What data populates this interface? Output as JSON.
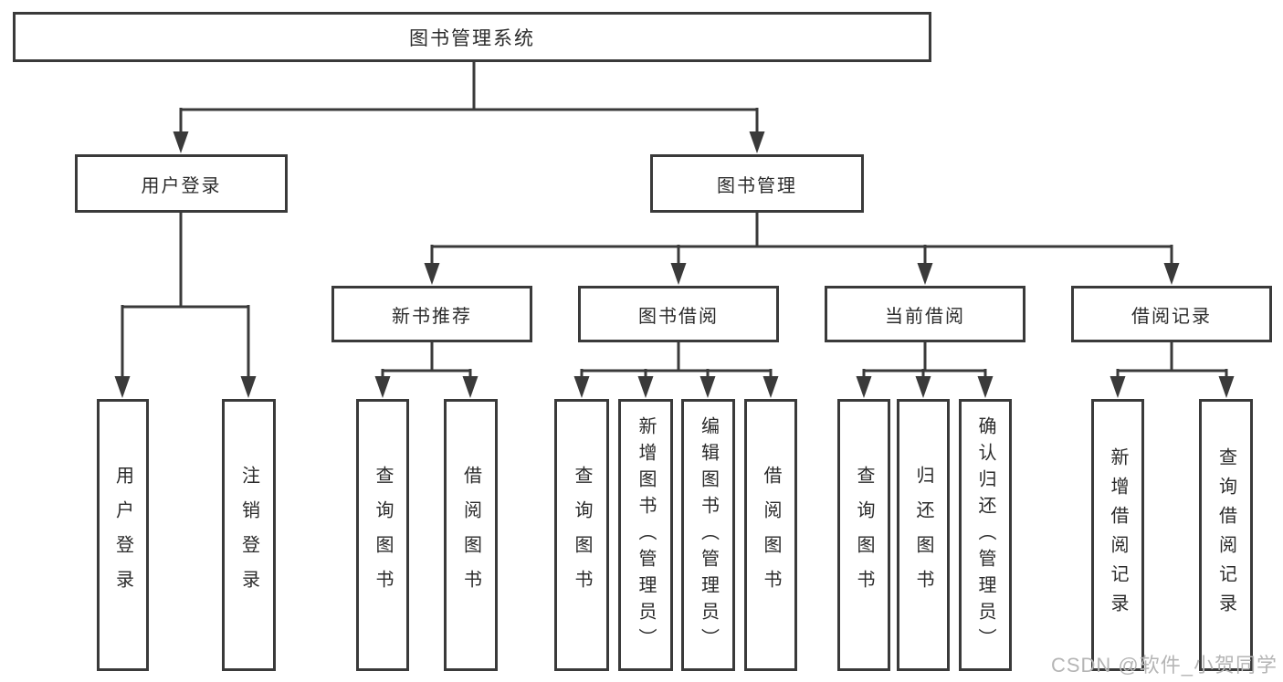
{
  "diagram": {
    "type": "hierarchy-tree",
    "root": {
      "label": "图书管理系统"
    },
    "level2": [
      {
        "label": "用户登录"
      },
      {
        "label": "图书管理"
      }
    ],
    "level3": [
      {
        "label": "新书推荐",
        "parent": "图书管理"
      },
      {
        "label": "图书借阅",
        "parent": "图书管理"
      },
      {
        "label": "当前借阅",
        "parent": "图书管理"
      },
      {
        "label": "借阅记录",
        "parent": "图书管理"
      }
    ],
    "leaves": {
      "user_login": [
        "用户登录",
        "注销登录"
      ],
      "new_book": [
        "查询图书",
        "借阅图书"
      ],
      "borrow": [
        "查询图书",
        "新增图书（管理员）",
        "编辑图书（管理员）",
        "借阅图书"
      ],
      "current": [
        "查询图书",
        "归还图书",
        "确认归还（管理员）"
      ],
      "records": [
        "新增借阅记录",
        "查询借阅记录"
      ]
    }
  },
  "watermark": {
    "text": "CSDN @软件_小贺同学"
  },
  "colors": {
    "line": "#3a3a3a",
    "text": "#2b2b2b",
    "watermark": "#b5b5b5",
    "background": "#ffffff"
  }
}
